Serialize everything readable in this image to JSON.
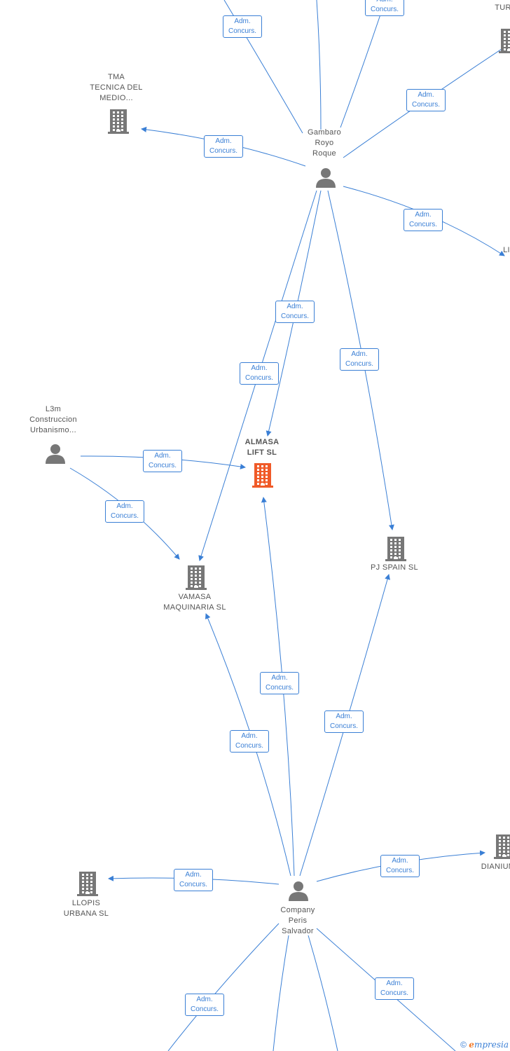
{
  "badge": {
    "line1": "Adm.",
    "line2": "Concurs."
  },
  "nodes": {
    "almasa": "ALMASA\nLIFT SL",
    "gambaro": "Gambaro\nRoyo\nRoque",
    "tma": "TMA\nTECNICA DEL\nMEDIO...",
    "tur": "TUR",
    "li": "LI",
    "l3m": "L3m\nConstruccion\nUrbanismo...",
    "pjspain": "PJ SPAIN  SL",
    "vamasa": "VAMASA\nMAQUINARIA SL",
    "llopis": "LLOPIS\nURBANA SL",
    "dianium": "DIANIUM",
    "company": "Company\nPeris\nSalvador"
  },
  "colors": {
    "edge": "#3a7fd5",
    "company_icon": "#777777",
    "focus_icon": "#f05a28"
  },
  "footer": {
    "symbol": "©",
    "brand": "mpresia"
  }
}
